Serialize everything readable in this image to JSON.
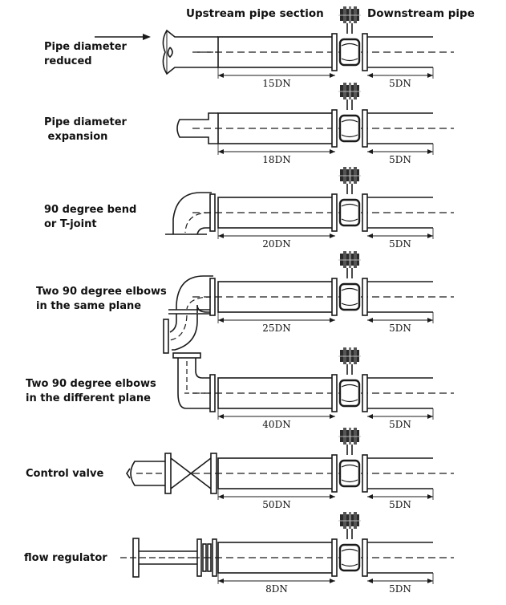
{
  "header": {
    "upstream": "Upstream pipe section",
    "downstream": "Downstream pipe"
  },
  "rows": [
    {
      "label": "Pipe diameter\nreduced",
      "fitting": "reducer",
      "upstream": "15DN",
      "downstream": "5DN"
    },
    {
      "label": "Pipe diameter\n expansion",
      "fitting": "expander",
      "upstream": "18DN",
      "downstream": "5DN"
    },
    {
      "label": "90 degree bend\nor T-joint",
      "fitting": "bend",
      "upstream": "20DN",
      "downstream": "5DN"
    },
    {
      "label": "Two 90 degree elbows\nin the same plane",
      "fitting": "double-elbow-same-plane",
      "upstream": "25DN",
      "downstream": "5DN"
    },
    {
      "label": "Two 90 degree elbows\nin the different plane",
      "fitting": "double-elbow-different-plane",
      "upstream": "40DN",
      "downstream": "5DN"
    },
    {
      "label": "Control valve",
      "fitting": "control-valve",
      "upstream": "50DN",
      "downstream": "5DN"
    },
    {
      "label": "flow regulator",
      "fitting": "flow-regulator",
      "upstream": "8DN",
      "downstream": "5DN"
    }
  ]
}
